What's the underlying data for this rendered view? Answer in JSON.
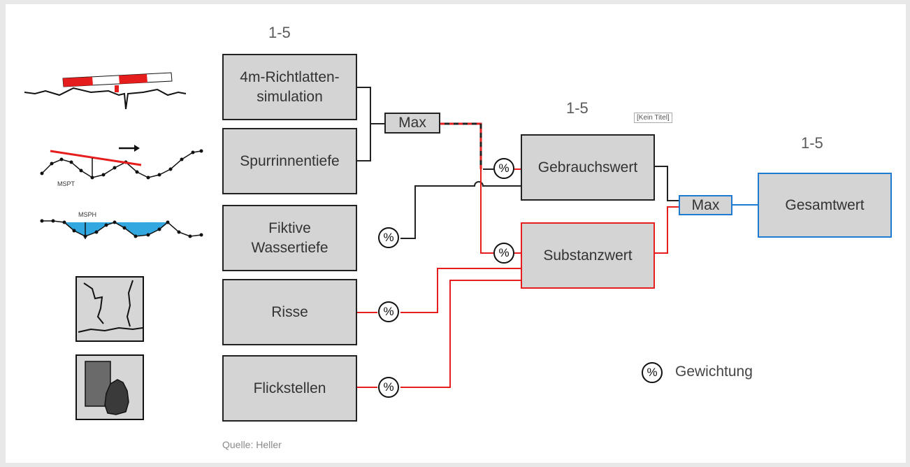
{
  "scales": {
    "input": "1-5",
    "middle": "1-5",
    "total": "1-5"
  },
  "placeholder_title": "[Kein Titel]",
  "inputs": [
    {
      "label": "4m-Richtlatten-\nsimulation"
    },
    {
      "label": "Spurrinnentiefe"
    },
    {
      "label": "Fiktive\nWassertiefe"
    },
    {
      "label": "Risse"
    },
    {
      "label": "Flickstellen"
    }
  ],
  "aggregators": {
    "max_top": "Max",
    "max_bottom": "Max"
  },
  "outputs": {
    "gebrauchswert": "Gebrauchswert",
    "substanzwert": "Substanzwert",
    "gesamtwert": "Gesamtwert"
  },
  "weight_symbol": "%",
  "legend": {
    "symbol": "%",
    "label": "Gewichtung"
  },
  "sketch_labels": {
    "mspt": "MSPT",
    "msph": "MSPH"
  },
  "source": "Quelle: Heller",
  "colors": {
    "black_line": "#222222",
    "red_line": "#e51d1d",
    "blue_line": "#1f7bd0",
    "box_fill": "#d4d4d4",
    "water": "#33a7e0"
  }
}
